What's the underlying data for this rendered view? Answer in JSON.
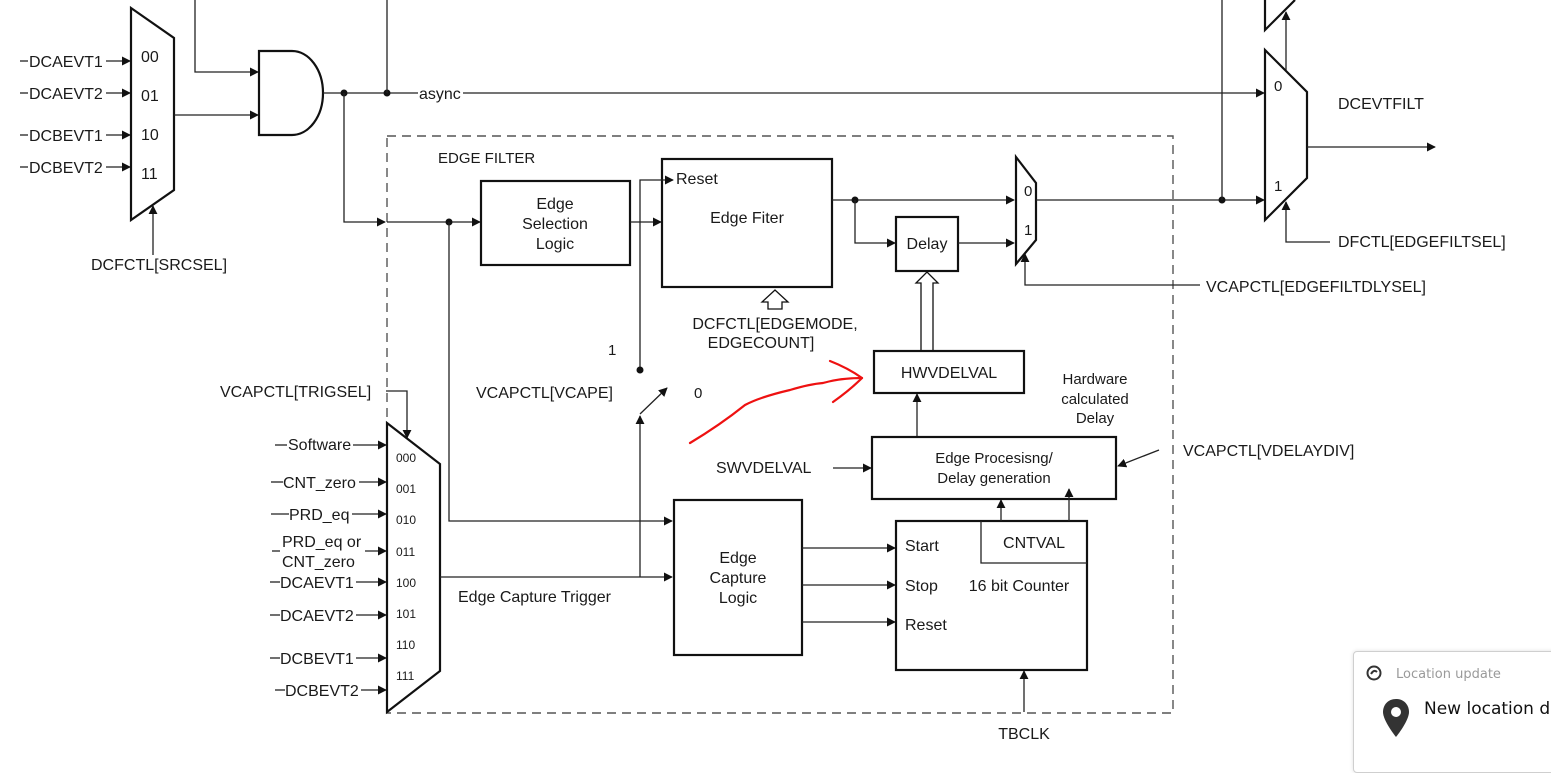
{
  "diagram": {
    "src_mux": {
      "inputs": [
        "DCAEVT1",
        "DCAEVT2",
        "DCBEVT1",
        "DCBEVT2"
      ],
      "codes": [
        "00",
        "01",
        "10",
        "11"
      ],
      "select": "DCFCTL[SRCSEL]"
    },
    "async_label": "async",
    "edge_filter_title": "EDGE FILTER",
    "edge_selection_logic": [
      "Edge",
      "Selection",
      "Logic"
    ],
    "edge_filter_block": {
      "reset": "Reset",
      "label": "Edge Fiter"
    },
    "edgemode_label": [
      "DCFCTL[EDGEMODE,",
      "EDGECOUNT]"
    ],
    "delay_block": "Delay",
    "dly_mux": {
      "in0": "0",
      "in1": "1",
      "select": "VCAPCTL[EDGEFILTDLYSEL]"
    },
    "out_mux": {
      "in0": "0",
      "in1": "1",
      "select": "DFCTL[EDGEFILTSEL]",
      "output": "DCEVTFILT"
    },
    "vcape": {
      "label": "VCAPCTL[VCAPE]",
      "pos1": "1",
      "pos0": "0"
    },
    "hwvdelval": "HWVDELVAL",
    "hw_calc_delay": [
      "Hardware",
      "calculated",
      "Delay"
    ],
    "swvdelval": "SWVDELVAL",
    "edge_processing": [
      "Edge Procesisng/",
      "Delay generation"
    ],
    "vdelaydiv": "VCAPCTL[VDELAYDIV]",
    "trig_mux": {
      "select": "VCAPCTL[TRIGSEL]",
      "inputs": [
        "Software",
        "CNT_zero",
        "PRD_eq",
        "PRD_eq or",
        "CNT_zero",
        "DCAEVT1",
        "DCAEVT2",
        "DCBEVT1",
        "DCBEVT2"
      ],
      "codes": [
        "000",
        "001",
        "010",
        "011",
        "100",
        "101",
        "110",
        "111"
      ]
    },
    "edge_capture_trigger": "Edge Capture Trigger",
    "edge_capture_logic": [
      "Edge",
      "Capture",
      "Logic"
    ],
    "counter": {
      "start": "Start",
      "stop": "Stop",
      "reset": "Reset",
      "cntval": "CNTVAL",
      "label": "16 bit Counter"
    },
    "tbclk": "TBCLK",
    "annotation_color": "#ee1111"
  },
  "toast": {
    "title": "Location update",
    "message": "New location det"
  }
}
